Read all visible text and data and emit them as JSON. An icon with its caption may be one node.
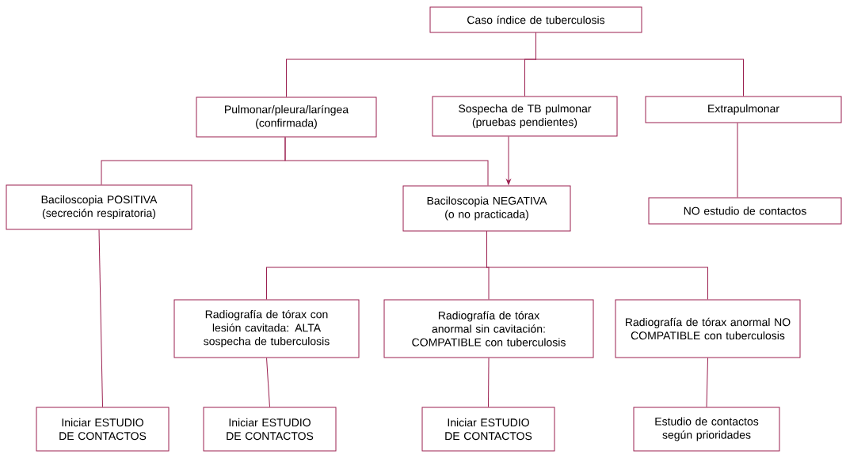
{
  "diagram": {
    "nodes": [
      {
        "text": [
          "Caso índice de tuberculosis"
        ]
      },
      {
        "text": [
          "Pulmonar/pleura/laríngea (confirmada)"
        ]
      },
      {
        "text": [
          "Sospecha de TB pulmonar (pruebas pendientes)"
        ]
      },
      {
        "text": [
          "Extrapulmonar"
        ]
      },
      {
        "text": [
          "Baciloscopia POSITIVA (secreción respiratoria)"
        ]
      },
      {
        "text": [
          "Baciloscopia NEGATIVA (o no practicada)"
        ]
      },
      {
        "text": [
          "NO estudio de contactos"
        ]
      },
      {
        "text": [
          "Radiografía de tórax con lesión cavitada: ALTA sospecha de tuberculosis"
        ]
      },
      {
        "text": [
          "Radiografía de tórax anormal sin cavitación: COMPATIBLE con tuberculosis"
        ]
      },
      {
        "text": [
          "Radiografía de tórax anormal NO COMPATIBLE con tuberculosis"
        ]
      },
      {
        "text": [
          "Iniciar ESTUDIO DE CONTACTOS"
        ]
      },
      {
        "text": [
          "Iniciar ESTUDIO DE CONTACTOS"
        ]
      },
      {
        "text": [
          "Iniciar ESTUDIO DE CONTACTOS"
        ]
      },
      {
        "text": [
          "Estudio de contactos según prioridades"
        ]
      }
    ],
    "edges": [
      {
        "from": 0,
        "to": 1,
        "arrow": "none"
      },
      {
        "from": 0,
        "to": 2,
        "arrow": "none"
      },
      {
        "from": 0,
        "to": 3,
        "arrow": "none"
      },
      {
        "from": 1,
        "to": 4,
        "arrow": "none"
      },
      {
        "from": 1,
        "to": 5,
        "arrow": "none"
      },
      {
        "from": 2,
        "to": 5,
        "arrow": "to"
      },
      {
        "from": 3,
        "to": 6,
        "arrow": "none"
      },
      {
        "from": 5,
        "to": 7,
        "arrow": "none"
      },
      {
        "from": 5,
        "to": 8,
        "arrow": "none"
      },
      {
        "from": 5,
        "to": 9,
        "arrow": "none"
      },
      {
        "from": 4,
        "to": 10,
        "arrow": "none"
      },
      {
        "from": 7,
        "to": 11,
        "arrow": "none"
      },
      {
        "from": 8,
        "to": 12,
        "arrow": "none"
      },
      {
        "from": 9,
        "to": 13,
        "arrow": "none"
      }
    ]
  }
}
